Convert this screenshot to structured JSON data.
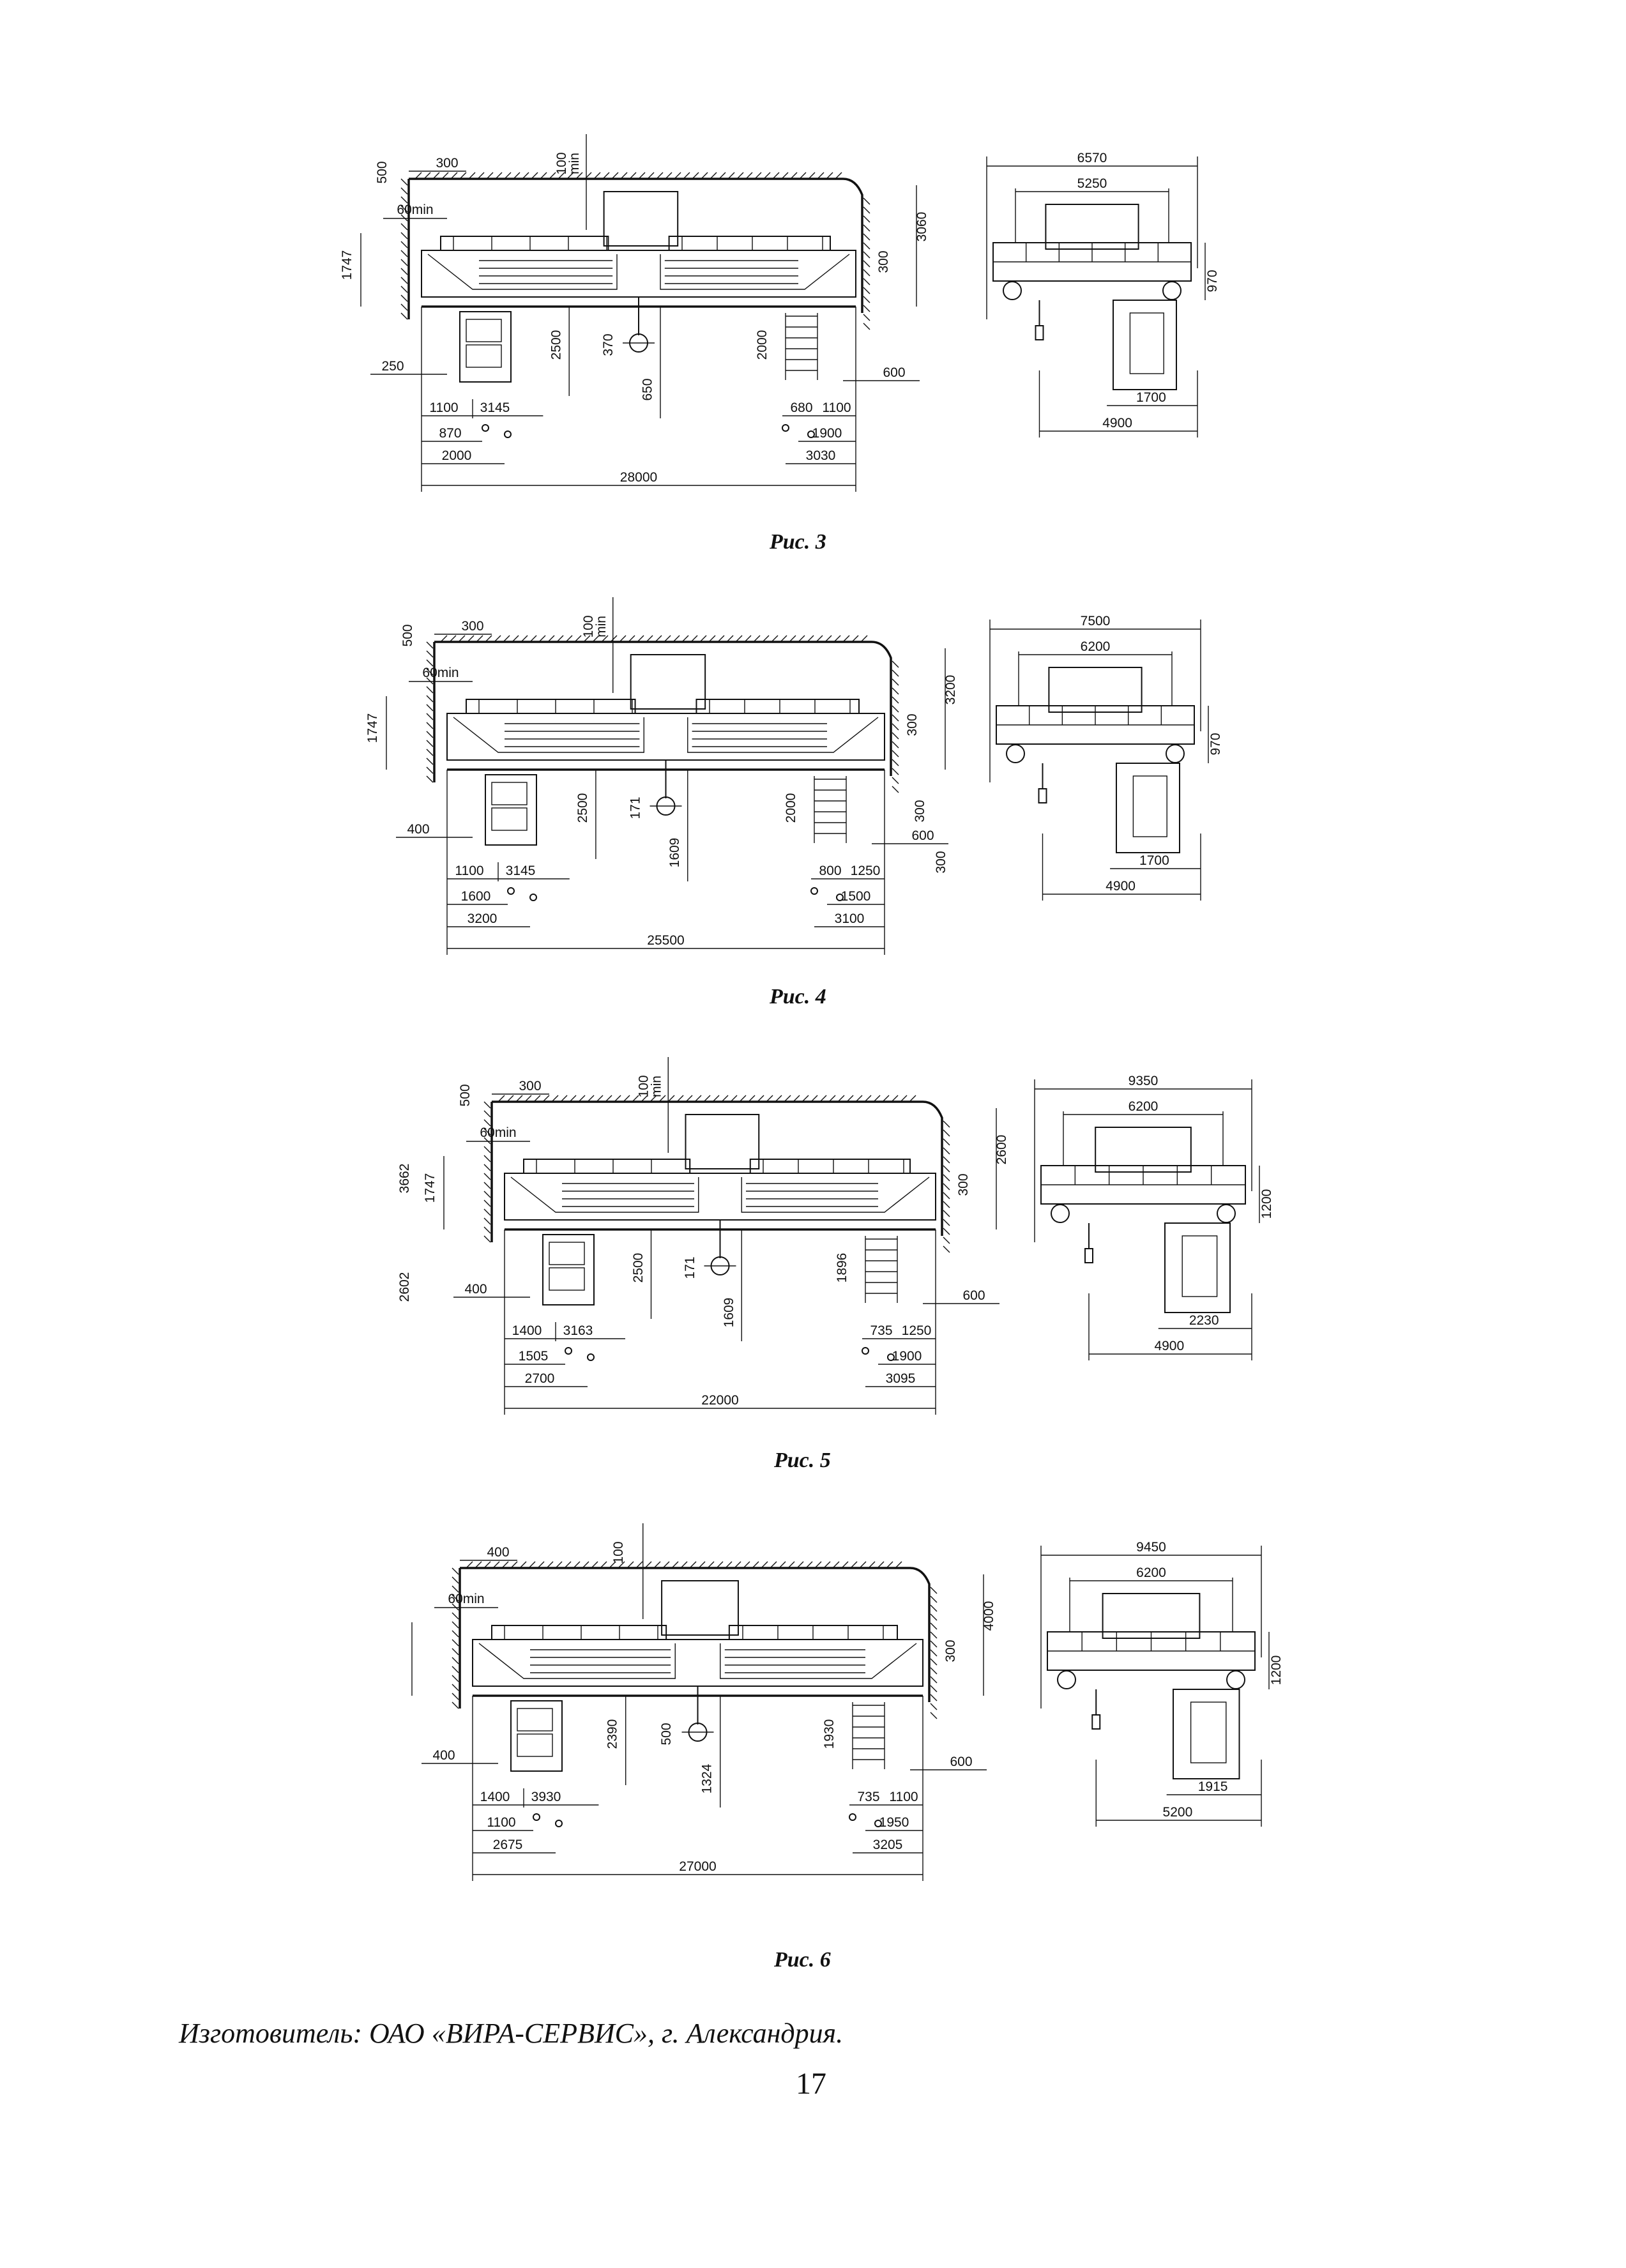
{
  "figures": [
    {
      "caption": "Рис. 3",
      "front": {
        "span": "28000",
        "top_clear": "500",
        "left_gap": "300",
        "top_gap": "100",
        "top_gap_unit": "min",
        "side_gap": "60min",
        "height_beam": "1747",
        "left_under": "250",
        "hook_low": "2500",
        "hook_off": "370",
        "hook_depth": "650",
        "right_cab": "2000",
        "right_drop": "300",
        "right_height": "3060",
        "right_side": "600",
        "bottom_left": [
          "1100",
          "3145"
        ],
        "bottom_left2": [
          "870"
        ],
        "bottom_left3": [
          "2000"
        ],
        "bottom_right": [
          "680",
          "1100"
        ],
        "bottom_right2": [
          "1900"
        ],
        "bottom_right3": [
          "3030"
        ]
      },
      "side": {
        "overall": "6570",
        "inner": "5250",
        "height": "970",
        "base1": "1700",
        "base2": "4900"
      }
    },
    {
      "caption": "Рис. 4",
      "front": {
        "span": "25500",
        "top_clear": "500",
        "left_gap": "300",
        "top_gap": "100",
        "top_gap_unit": "min",
        "side_gap": "60min",
        "height_beam": "1747",
        "left_under": "400",
        "hook_low": "2500",
        "hook_off": "171",
        "hook_depth": "1609",
        "right_cab": "2000",
        "right_drop": "300",
        "right_height": "3200",
        "right_side": "600",
        "right_extra": "300",
        "right_extra2": "300",
        "bottom_left": [
          "1100",
          "3145"
        ],
        "bottom_left2": [
          "1600"
        ],
        "bottom_left3": [
          "3200"
        ],
        "bottom_right": [
          "800",
          "1250"
        ],
        "bottom_right2": [
          "1500"
        ],
        "bottom_right3": [
          "3100"
        ]
      },
      "side": {
        "overall": "7500",
        "inner": "6200",
        "height": "970",
        "base1": "1700",
        "base2": "4900"
      }
    },
    {
      "caption": "Рис. 5",
      "front": {
        "span": "22000",
        "top_clear": "500",
        "left_gap": "300",
        "top_gap": "100",
        "top_gap_unit": "min",
        "side_gap": "60min",
        "height_beam": "1747",
        "height_total": "3662",
        "height_low": "2602",
        "left_under": "400",
        "hook_low": "2500",
        "hook_off": "171",
        "hook_depth": "1609",
        "right_cab": "1896",
        "right_drop": "300",
        "right_height": "2600",
        "right_side": "600",
        "bottom_left": [
          "1400",
          "3163"
        ],
        "bottom_left2": [
          "1505"
        ],
        "bottom_left3": [
          "2700"
        ],
        "bottom_right": [
          "735",
          "1250"
        ],
        "bottom_right2": [
          "1900"
        ],
        "bottom_right3": [
          "3095"
        ]
      },
      "side": {
        "overall": "9350",
        "inner": "6200",
        "height": "1200",
        "base1": "2230",
        "base2": "4900"
      }
    },
    {
      "caption": "Рис. 6",
      "front": {
        "span": "27000",
        "top_clear": "",
        "left_gap": "400",
        "top_gap": "100",
        "top_gap_unit": "",
        "side_gap": "60min",
        "height_beam": "",
        "left_under": "400",
        "hook_low": "2390",
        "hook_off": "500",
        "hook_depth": "1324",
        "right_cab": "1930",
        "right_drop": "300",
        "right_height": "4000",
        "right_side": "600",
        "bottom_left": [
          "1400",
          "3930"
        ],
        "bottom_left2": [
          "1100"
        ],
        "bottom_left3": [
          "2675"
        ],
        "bottom_right": [
          "735",
          "1100"
        ],
        "bottom_right2": [
          "1950"
        ],
        "bottom_right3": [
          "3205"
        ]
      },
      "side": {
        "overall": "9450",
        "inner": "6200",
        "height": "1200",
        "base1": "1915",
        "base2": "5200"
      }
    }
  ],
  "footer": "Изготовитель: ОАО «ВИРА-СЕРВИС», г. Александрия.",
  "page_number": "17"
}
